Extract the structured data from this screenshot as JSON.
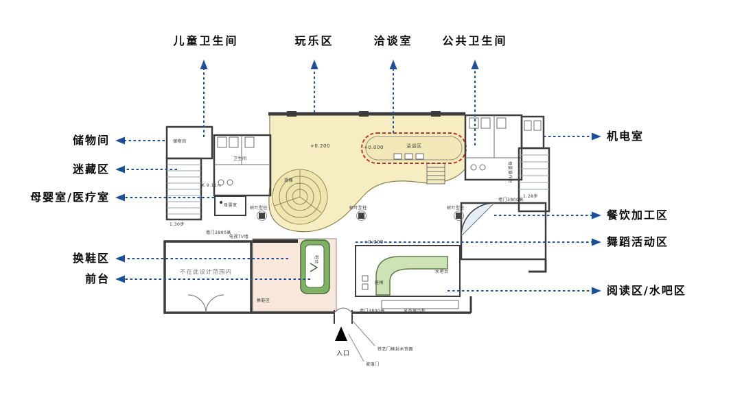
{
  "colors": {
    "arrow_blue": "#1d4f9b",
    "wall": "#3c3c3c",
    "play_area": "#f6eec2",
    "meeting_room_fill": "#f3e9b8",
    "meeting_room_dashed_red": "#c23333",
    "kids_bathroom": "#d69065",
    "nursing_room_yellow": "#edd23e",
    "public_bathroom_pink": "#dfa29b",
    "mech_room": "#cfdbe7",
    "dance_area_blue": "#b7cde6",
    "front_desk_green": "#7fb265",
    "water_bar_green": "#cde2b5",
    "reading_area_green": "#e3edd2",
    "shoe_area_peach": "#f8e7da",
    "stairs_gray": "#e8eaec"
  },
  "callouts": {
    "top": [
      {
        "label": "儿童卫生间"
      },
      {
        "label": "玩乐区"
      },
      {
        "label": "洽谈室"
      },
      {
        "label": "公共卫生间"
      }
    ],
    "left": [
      {
        "label": "储物间"
      },
      {
        "label": "迷藏区"
      },
      {
        "label": "母婴室/医疗室"
      },
      {
        "label": "换鞋区"
      },
      {
        "label": "前台"
      }
    ],
    "right": [
      {
        "label": "机电室"
      },
      {
        "label": "餐饮加工区"
      },
      {
        "label": "舞蹈活动区"
      },
      {
        "label": "阅读区/水吧区"
      }
    ],
    "bottom": [
      {
        "label": "入口"
      },
      {
        "label": "铁艺门框封木饰面"
      },
      {
        "label": "玻璃门"
      }
    ]
  },
  "plan": {
    "annotations": [
      {
        "text": "储物间"
      },
      {
        "text": "K 9.11㎡"
      },
      {
        "text": "1.30步"
      },
      {
        "text": "卫生间"
      },
      {
        "text": "母婴室"
      },
      {
        "text": "滑梯"
      },
      {
        "text": "+0.200"
      },
      {
        "text": "+0.000"
      },
      {
        "text": "洽谈区"
      },
      {
        "text": "树叶型柱"
      },
      {
        "text": "树叶型柱"
      },
      {
        "text": "树叶型柱"
      },
      {
        "text": "+0.000"
      },
      {
        "text": "墙门3800高"
      },
      {
        "text": "电视TV墙"
      },
      {
        "text": "不在此设计范围内"
      },
      {
        "text": "换鞋区"
      },
      {
        "text": "吧台"
      },
      {
        "text": "座椅"
      },
      {
        "text": "水吧台"
      },
      {
        "text": "采品展示柜"
      },
      {
        "text": "墙门3800高"
      },
      {
        "text": "母婴操作台"
      },
      {
        "text": "1.28步"
      },
      {
        "text": "墙门3800高"
      }
    ]
  }
}
